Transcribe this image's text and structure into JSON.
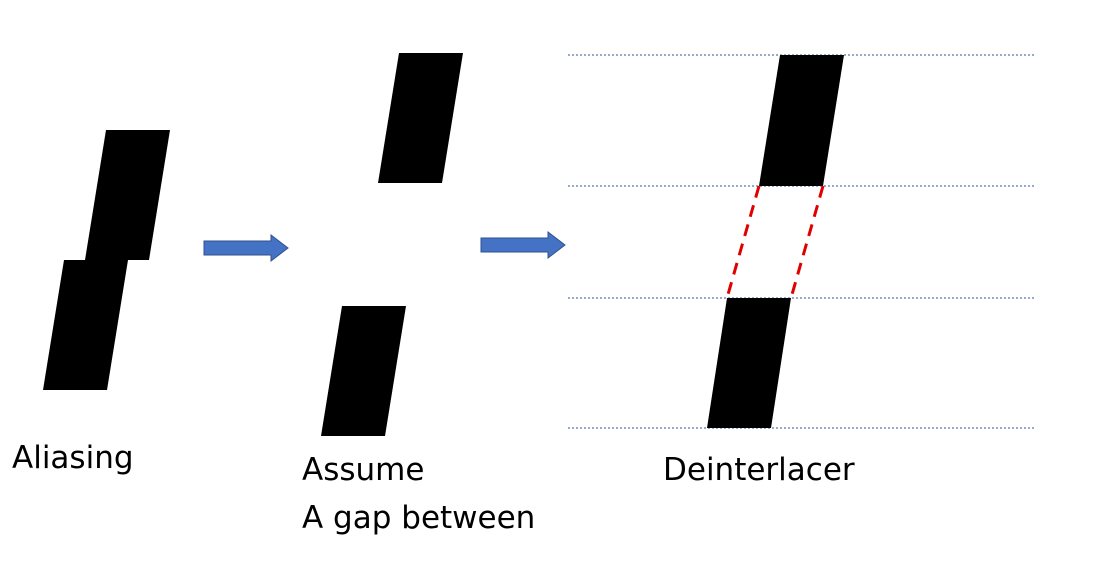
{
  "labels": {
    "aliasing": "Aliasing",
    "assume_line1": "Assume",
    "assume_line2": "A gap between",
    "deinterlacer": "Deinterlacer"
  },
  "colors": {
    "bar_fill": "#000000",
    "arrow_fill": "#4472c4",
    "arrow_stroke": "#2f528f",
    "field_line": "#2f5597",
    "gap_outline": "#e00000",
    "background": "#ffffff"
  }
}
